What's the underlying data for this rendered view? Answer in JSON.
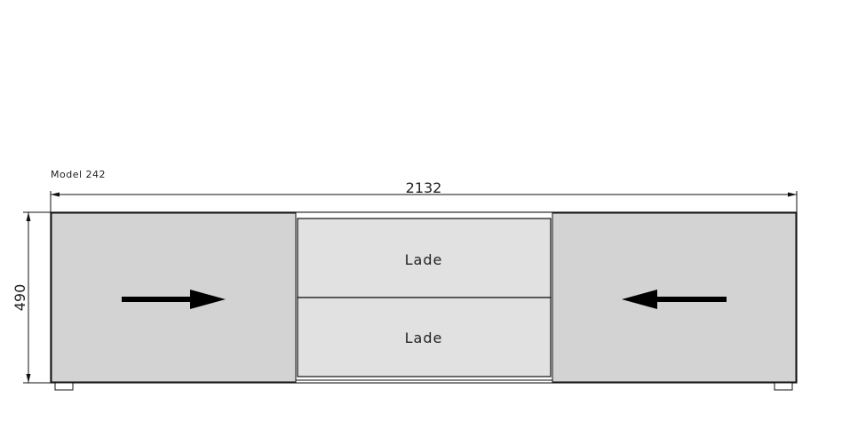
{
  "model_label": "Model 242",
  "dimensions": {
    "width": "2132",
    "height": "490"
  },
  "drawers": [
    {
      "label": "Lade"
    },
    {
      "label": "Lade"
    }
  ],
  "colors": {
    "door_fill": "#d3d3d3",
    "drawer_fill": "#e1e1e1",
    "line": "#111111",
    "arrow": "#000000"
  }
}
